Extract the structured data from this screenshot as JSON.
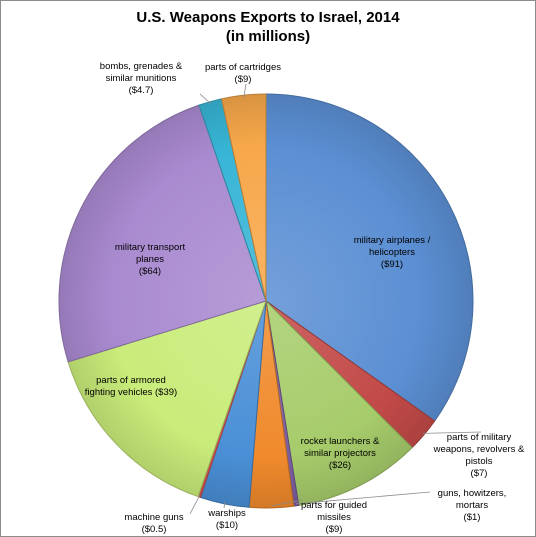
{
  "chart_data": {
    "type": "pie",
    "title": [
      "U.S. Weapons Exports to Israel, 2014",
      "(in millions)"
    ],
    "slices": [
      {
        "label": [
          "military airplanes /",
          "helicopters",
          "($91)"
        ],
        "value": 91,
        "color": "#5b8fd3"
      },
      {
        "label": [
          "parts of military",
          "weapons, revolvers &",
          "pistols",
          "($7)"
        ],
        "value": 7,
        "color": "#c24a48"
      },
      {
        "label": [
          "rocket launchers &",
          "similar projectors",
          "($26)"
        ],
        "value": 26,
        "color": "#a7cc6b"
      },
      {
        "label": [
          "guns, howitzers,",
          "mortars",
          "($1)"
        ],
        "value": 1,
        "color": "#7c5fa1"
      },
      {
        "label": [
          "parts for guided",
          "missiles",
          "($9)"
        ],
        "value": 9,
        "color": "#f08a2c"
      },
      {
        "label": [
          "warships",
          "($10)"
        ],
        "value": 10,
        "color": "#4a8fd6"
      },
      {
        "label": [
          "machine guns",
          "($0.5)"
        ],
        "value": 0.5,
        "color": "#d9534f"
      },
      {
        "label": [
          "parts of armored",
          "fighting vehicles ($39)"
        ],
        "value": 39,
        "color": "#c9ec7a"
      },
      {
        "label": [
          "military transport",
          "planes",
          "($64)"
        ],
        "value": 64,
        "color": "#a98ad0"
      },
      {
        "label": [
          "bombs, grenades &",
          "similar munitions",
          "($4.7)"
        ],
        "value": 4.7,
        "color": "#38b5d6"
      },
      {
        "label": [
          "parts of cartridges",
          "($9)"
        ],
        "value": 9,
        "color": "#f7a84a"
      }
    ]
  }
}
